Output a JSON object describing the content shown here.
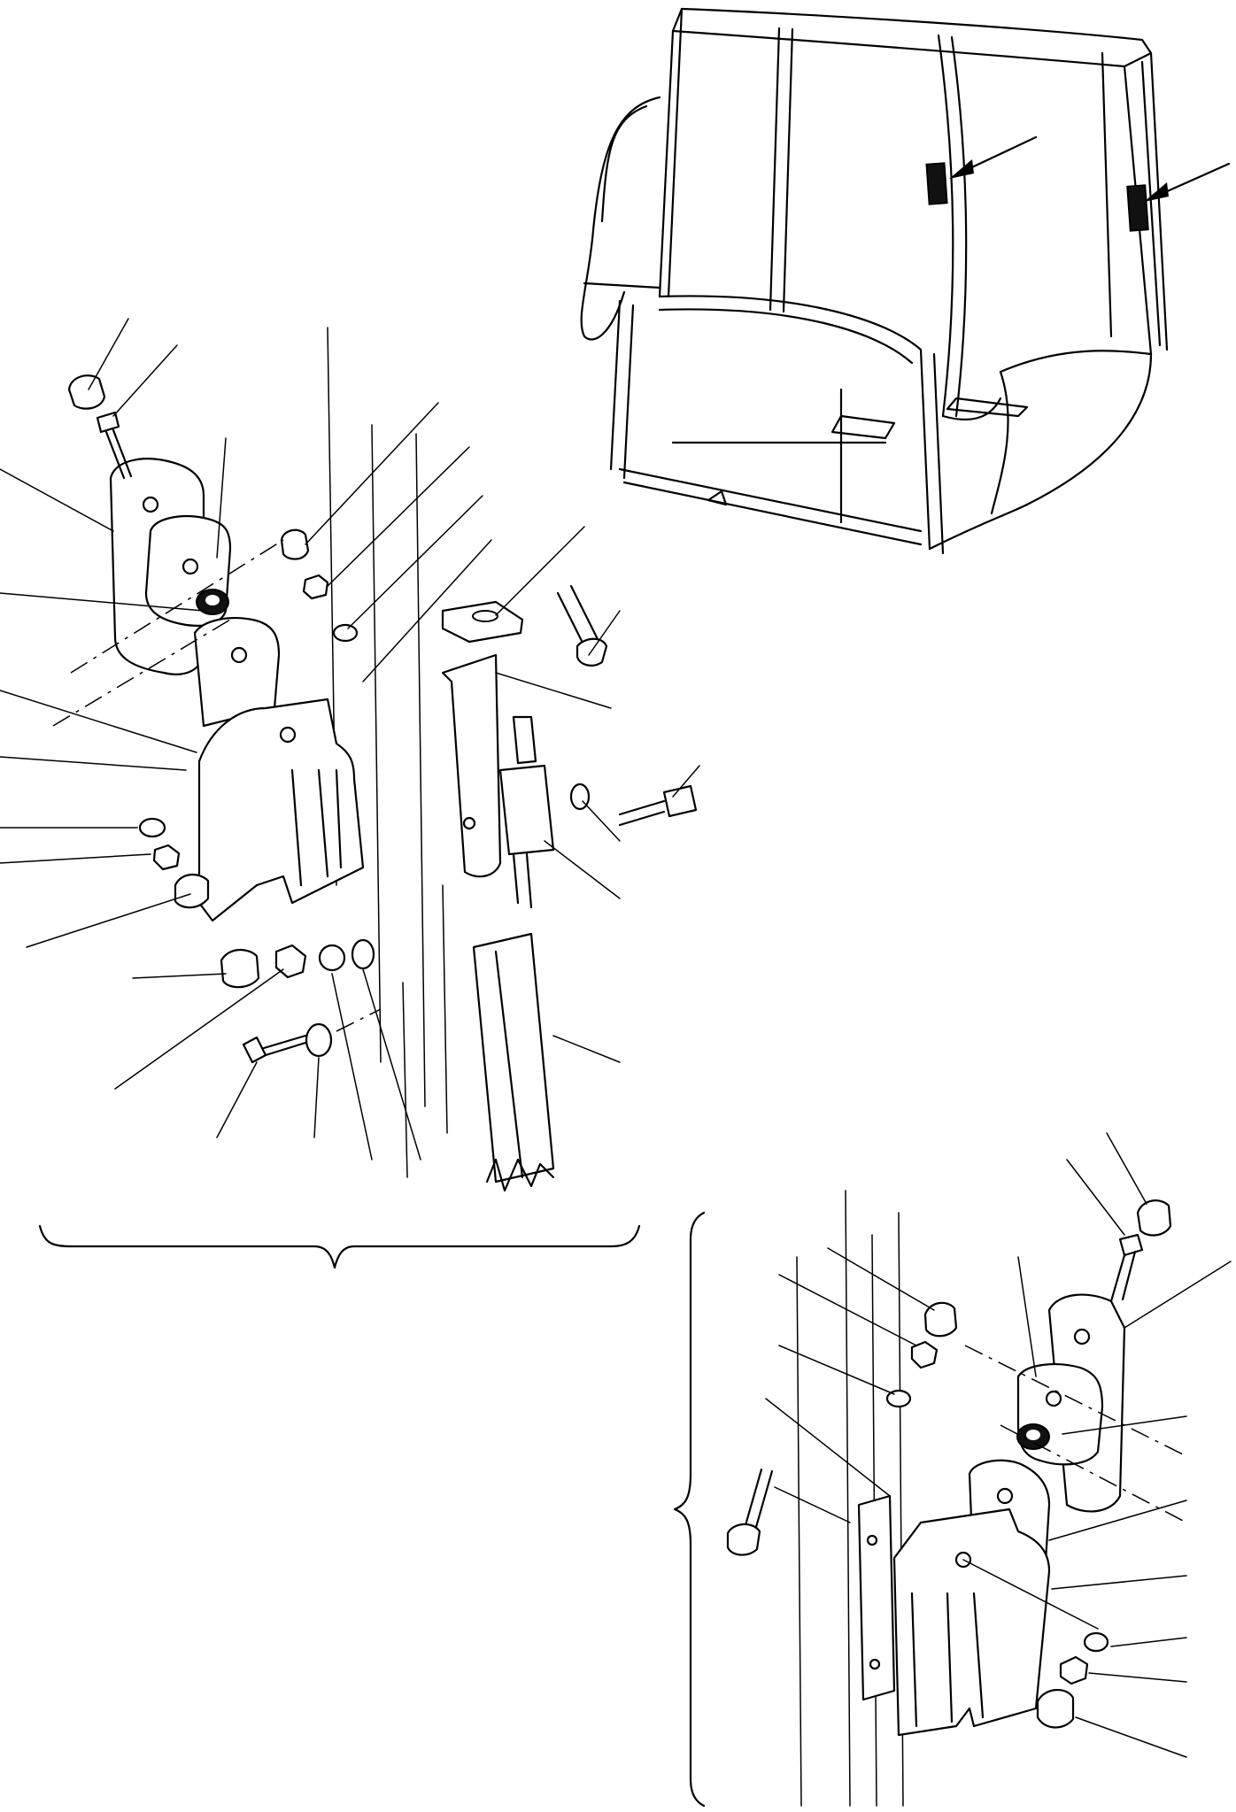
{
  "figure": {
    "type": "exploded-parts-diagram",
    "views": [
      "cab-overview",
      "hinge-assembly-left",
      "hinge-assembly-right"
    ],
    "printed_text": []
  }
}
